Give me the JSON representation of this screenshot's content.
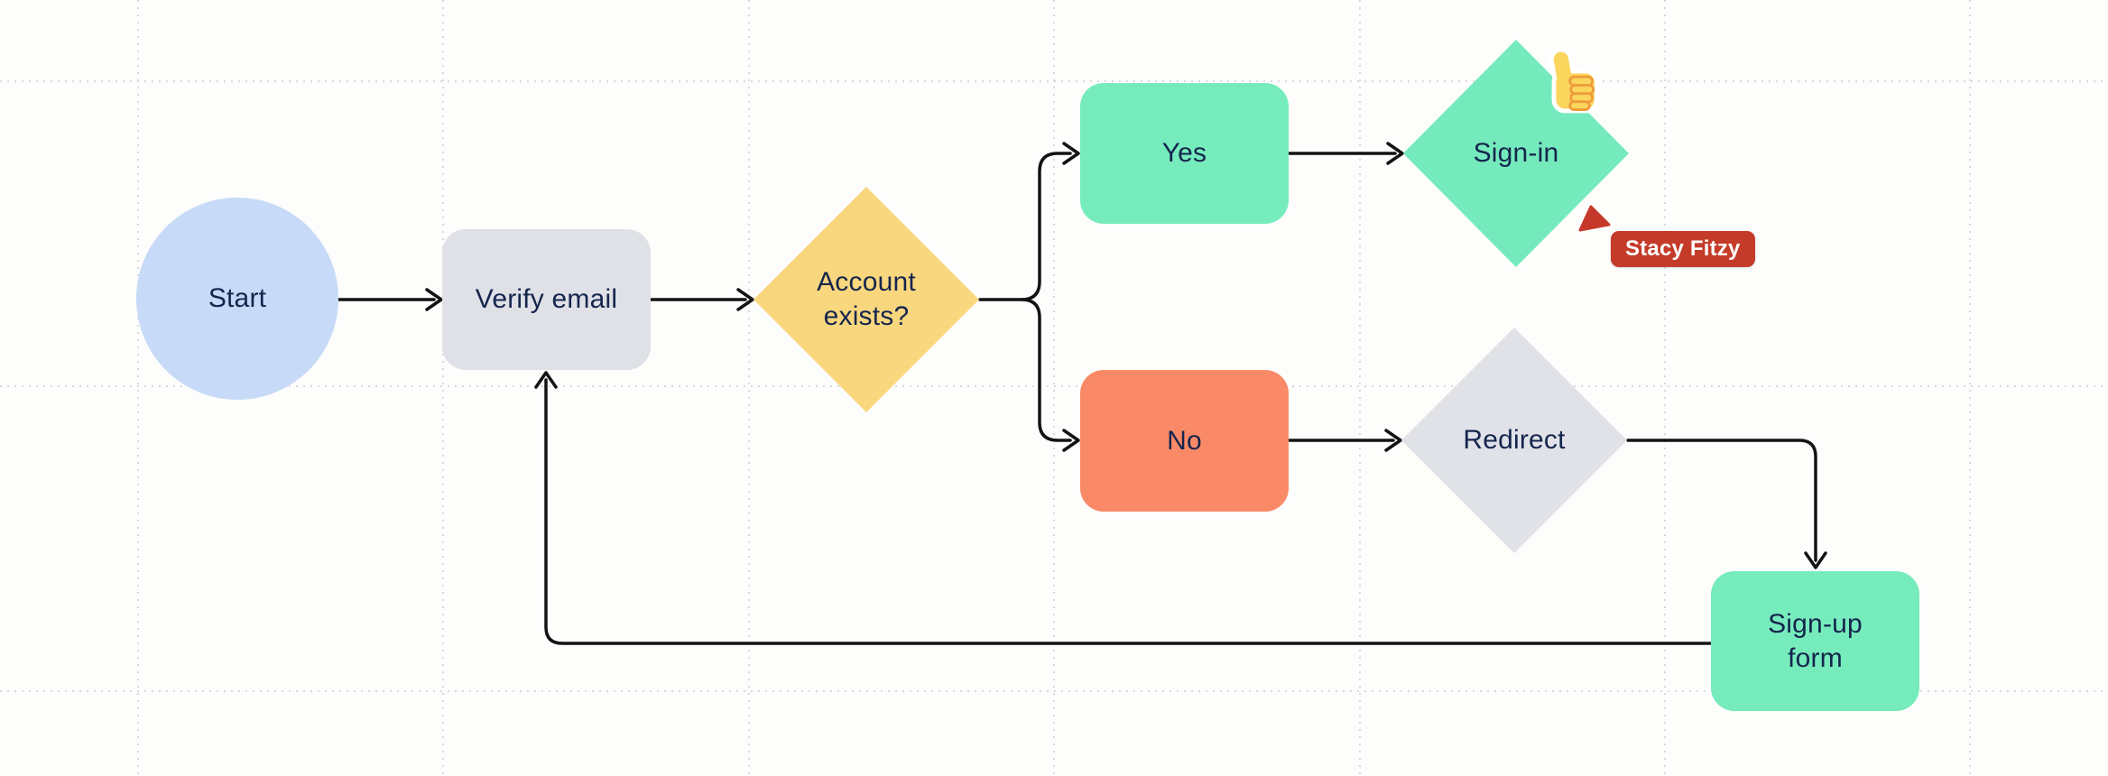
{
  "canvas": {
    "background": "#FDFDFC",
    "grid_color": "#D8D9DE",
    "connector_color": "#131313",
    "text_color": "#15254D"
  },
  "nodes": {
    "start": {
      "label": "Start",
      "shape": "circle",
      "fill": "#C7DAF7"
    },
    "verify_email": {
      "label": "Verify email",
      "shape": "rounded-rect",
      "fill": "#DFE1E7"
    },
    "account_exists": {
      "label": "Account exists?",
      "shape": "diamond",
      "fill": "#F9D77E"
    },
    "yes": {
      "label": "Yes",
      "shape": "rounded-rect",
      "fill": "#76EBBC"
    },
    "no": {
      "label": "No",
      "shape": "rounded-rect",
      "fill": "#FA8A67"
    },
    "sign_in": {
      "label": "Sign-in",
      "shape": "diamond",
      "fill": "#74EABD"
    },
    "redirect": {
      "label": "Redirect",
      "shape": "diamond",
      "fill": "#E0E2E8"
    },
    "sign_up_form": {
      "label": "Sign-up form",
      "shape": "rounded-rect",
      "fill": "#76EBBC"
    }
  },
  "edges": [
    {
      "from": "start",
      "to": "verify_email"
    },
    {
      "from": "verify_email",
      "to": "account_exists"
    },
    {
      "from": "account_exists",
      "to": "yes"
    },
    {
      "from": "account_exists",
      "to": "no"
    },
    {
      "from": "yes",
      "to": "sign_in"
    },
    {
      "from": "no",
      "to": "redirect"
    },
    {
      "from": "redirect",
      "to": "sign_up_form"
    },
    {
      "from": "sign_up_form",
      "to": "verify_email"
    }
  ],
  "sticker": {
    "name": "thumbs-up",
    "on_node": "sign_in"
  },
  "collaborator": {
    "name": "Stacy Fitzy",
    "cursor_color": "#C5392B",
    "badge_color": "#C43B2A"
  }
}
